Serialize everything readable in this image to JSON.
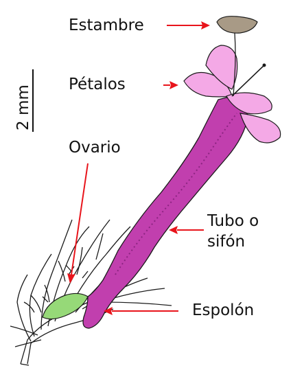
{
  "labels": {
    "estambre": "Estambre",
    "petalos": "Pétalos",
    "ovario": "Ovario",
    "tubo_line1": "Tubo o",
    "tubo_line2": "sifón",
    "espolon": "Espolón"
  },
  "scale_bar": {
    "label": "2 mm"
  },
  "colors": {
    "arrow": "#e8141b",
    "tube": "#c13fae",
    "tube_dark": "#8c2481",
    "petal": "#f4a9e6",
    "anther": "#a89a86",
    "ovary": "#96d978",
    "outline": "#1a1a1a"
  }
}
